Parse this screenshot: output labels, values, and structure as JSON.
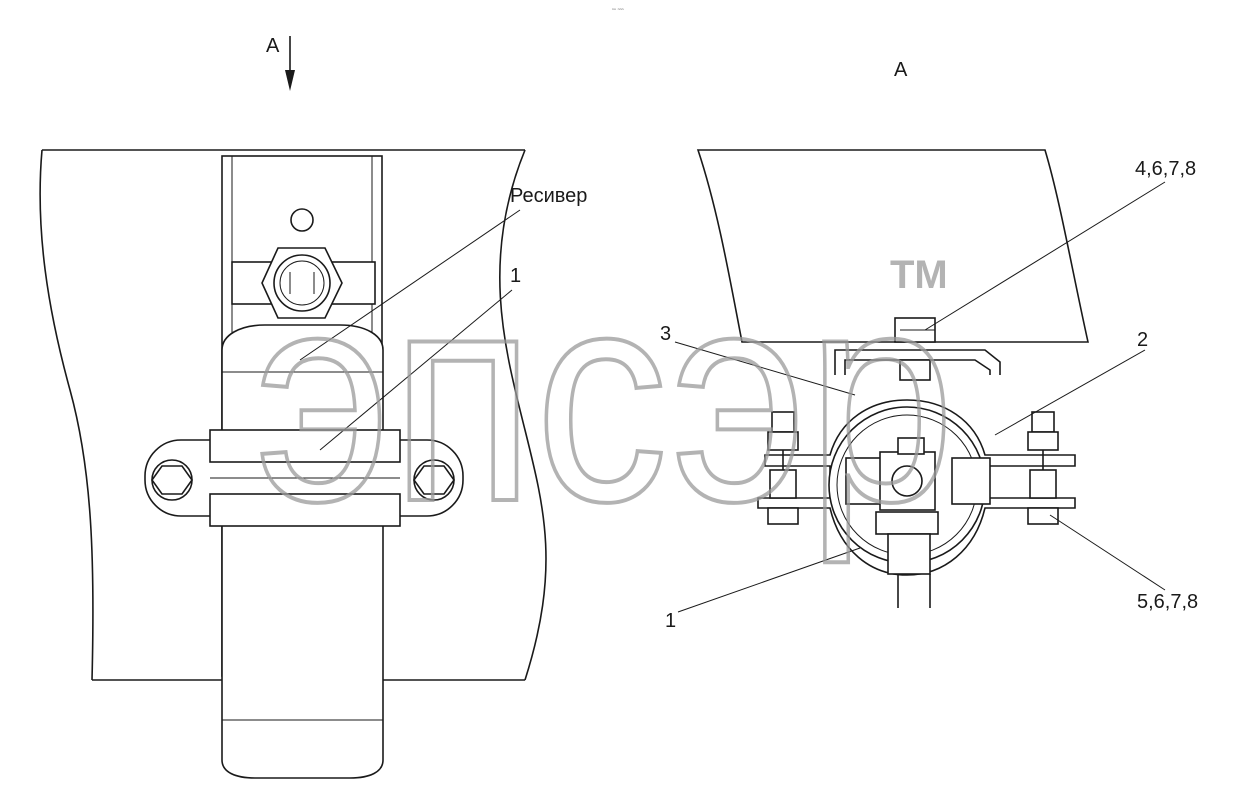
{
  "top_note": "ⁿᵒ ⁿⁿⁿ",
  "left_view": {
    "view_arrow_letter": "A",
    "callout_receiver": "Ресивер",
    "callout_1": "1"
  },
  "right_view": {
    "section_title": "A",
    "callout_4678": "4,6,7,8",
    "callout_3": "3",
    "callout_2": "2",
    "callout_1": "1",
    "callout_5678": "5,6,7,8"
  },
  "watermark": {
    "text": "эпсэр",
    "tm": "TM",
    "color": "#9a9a9a"
  }
}
